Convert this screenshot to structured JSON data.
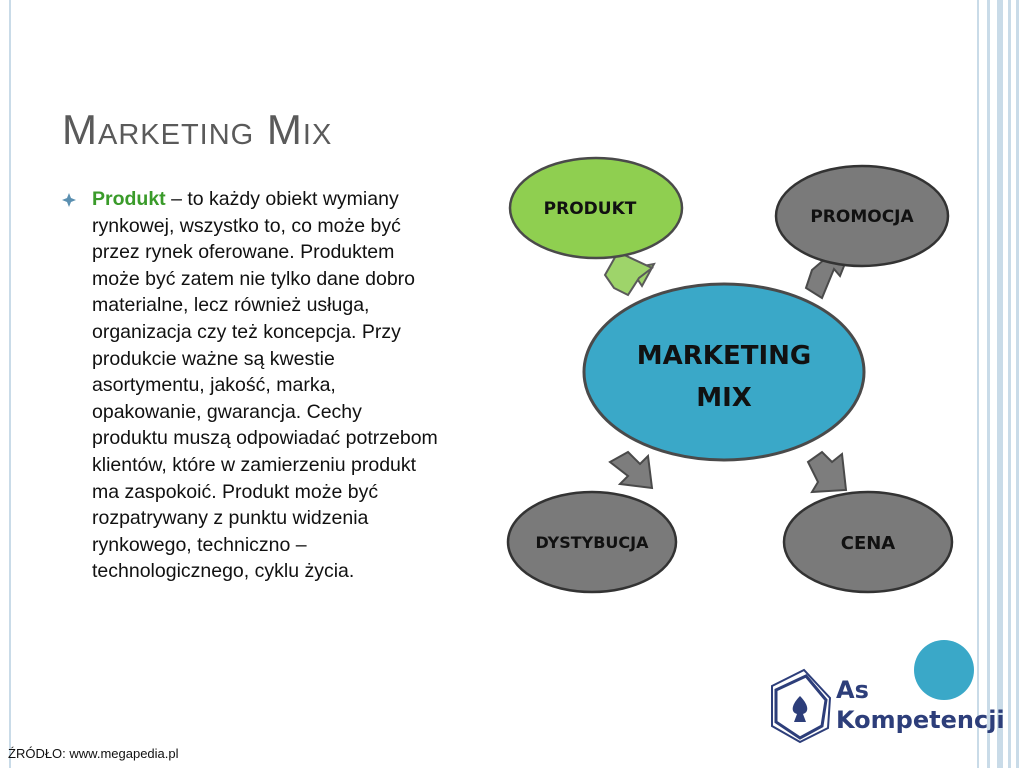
{
  "slide": {
    "title": "Marketing Mix",
    "bullet": {
      "term": "Produkt",
      "text": " – to każdy obiekt wymiany rynkowej, wszystko to, co może być przez rynek oferowane. Produktem może być zatem nie tylko dane dobro materialne, lecz również usługa, organizacja czy też koncepcja. Przy produkcie ważne są kwestie asortymentu, jakość, marka, opakowanie, gwarancja. Cechy produktu muszą odpowiadać potrzebom klientów, które w zamierzeniu produkt ma zaspokoić. Produkt może być rozpatrywany z punktu widzenia rynkowego, techniczno – technologicznego, cyklu życia."
    },
    "source": "ŹRÓDŁO: www.megapedia.pl"
  },
  "diagram": {
    "center": {
      "line1": "MARKETING",
      "line2": "MIX"
    },
    "nodes": {
      "produkt": "PRODUKT",
      "promocja": "PROMOCJA",
      "dystybucja": "DYSTYBUCJA",
      "cena": "CENA"
    }
  },
  "logo": {
    "line1": "As",
    "line2": "Kompetencji"
  },
  "colors": {
    "center_fill": "#3aa8c8",
    "produkt_fill": "#8fcf50",
    "other_fill": "#7a7a7a",
    "arrow_green": "#9ed46a",
    "arrow_gray": "#7d7d7d",
    "accent_circle": "#3aa8c8",
    "title": "#5a5a5a",
    "term": "#3a9b2a"
  }
}
